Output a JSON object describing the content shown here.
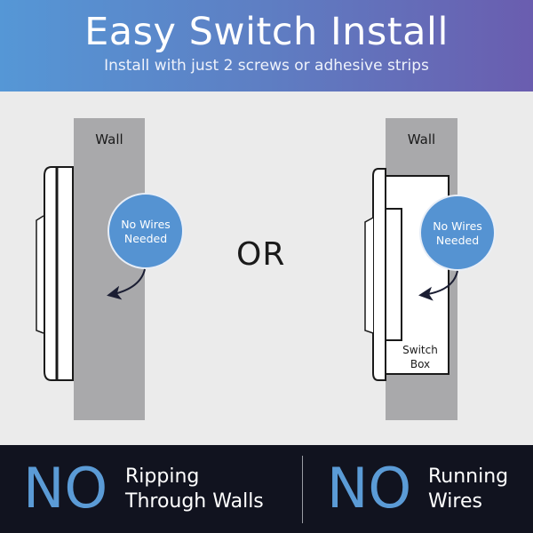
{
  "header": {
    "title": "Easy Switch Install",
    "subtitle": "Install with just 2 screws or adhesive strips"
  },
  "diagram": {
    "left": {
      "wall_label": "Wall",
      "bubble_line1": "No Wires",
      "bubble_line2": "Needed"
    },
    "separator": "OR",
    "right": {
      "wall_label": "Wall",
      "bubble_line1": "No Wires",
      "bubble_line2": "Needed",
      "box_line1": "Switch",
      "box_line2": "Box"
    }
  },
  "footer": {
    "items": [
      {
        "big": "NO",
        "line1": "Ripping",
        "line2": "Through Walls"
      },
      {
        "big": "NO",
        "line1": "Running",
        "line2": "Wires"
      }
    ]
  },
  "colors": {
    "accent": "#5b9bd6",
    "wall": "#a9a9ab",
    "footer_bg": "#11131f",
    "bubble": "#5593d2"
  }
}
